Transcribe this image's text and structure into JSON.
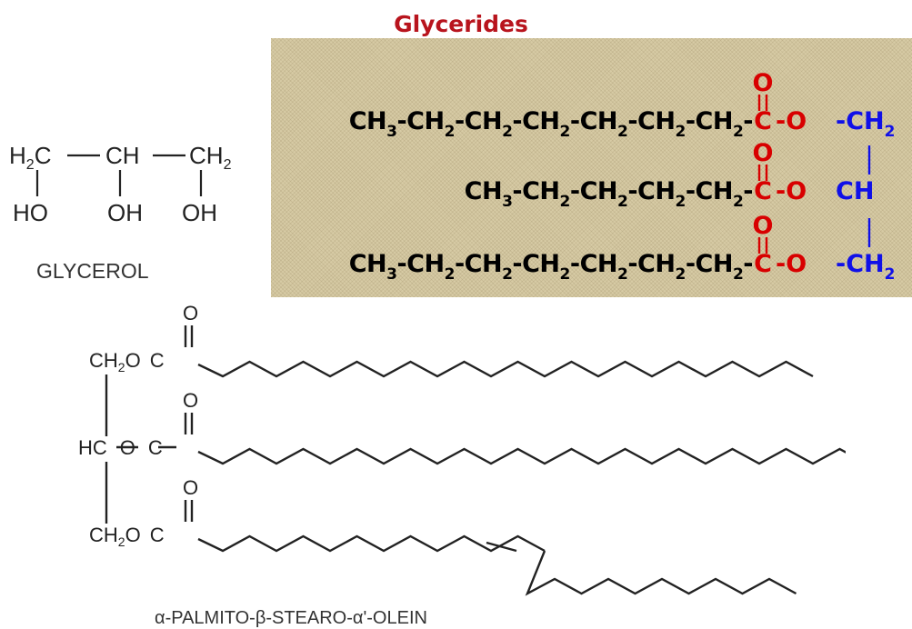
{
  "title": {
    "text": "Glycerides",
    "color": "#b8141d"
  },
  "glycerol": {
    "name": "GLYCEROL",
    "top_row": [
      "H",
      "2",
      "C",
      "C",
      "H",
      "C",
      "H",
      "2"
    ],
    "bottom_row": [
      "HO",
      "OH",
      "OH"
    ]
  },
  "triglyceride": {
    "colors": {
      "chain": "#000000",
      "ester": "#d80000",
      "glycerol": "#1010e8",
      "background": "#d7cba5"
    },
    "ch3": "CH",
    "ch2": "CH",
    "sub3": "3",
    "sub2": "2",
    "carbonyl_c": "C",
    "carbonyl_o": "O",
    "ester_o": "O",
    "glycerol_ch2": "CH",
    "glycerol_ch": "CH",
    "rows": [
      {
        "ch2_count": 6
      },
      {
        "ch2_count": 4
      },
      {
        "ch2_count": 6
      }
    ]
  },
  "mixed_triglyceride": {
    "name": "α-PALMITO-β-STEARO-α'-OLEIN",
    "rows": [
      {
        "label": [
          "C",
          "H",
          "2",
          "O",
          "C"
        ],
        "oxygen": "O"
      },
      {
        "label": [
          "HC",
          "O",
          "C"
        ],
        "oxygen": "O"
      },
      {
        "label": [
          "C",
          "H",
          "2",
          "O",
          "C"
        ],
        "oxygen": "O"
      }
    ]
  }
}
